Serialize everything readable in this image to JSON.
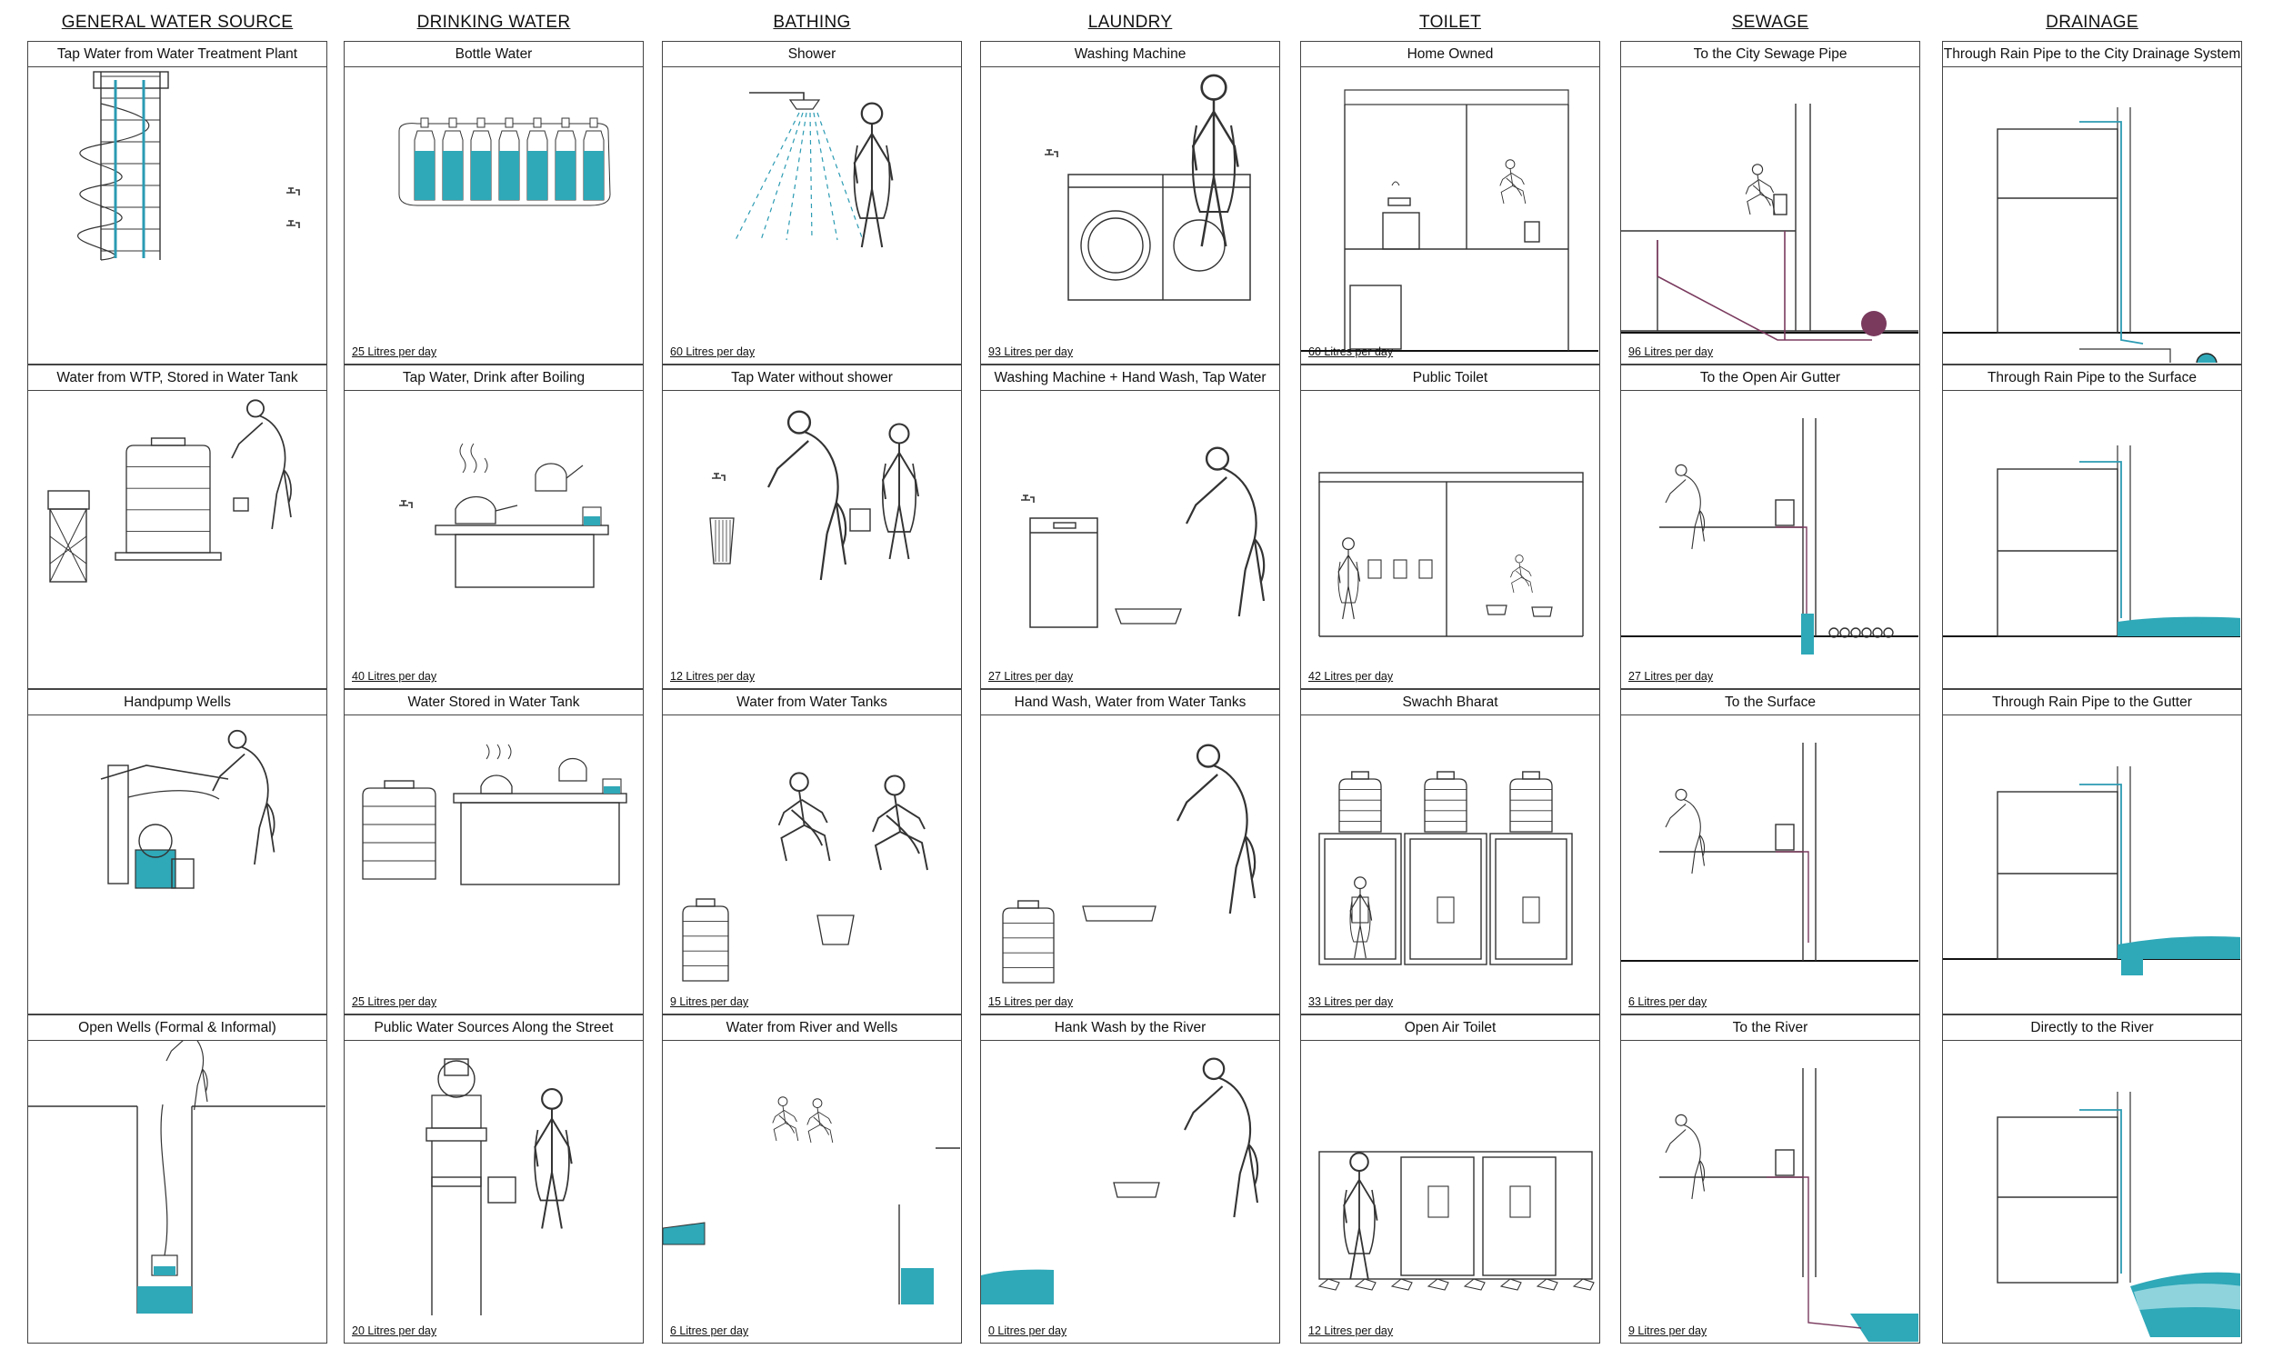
{
  "colors": {
    "water": "#2fa8b8",
    "pipe": "#2b9bb3",
    "sewage": "#7a3a5e",
    "line": "#333333"
  },
  "columns": [
    {
      "heading": "GENERAL WATER SOURCE",
      "cells": [
        {
          "label": "Tap Water from Water Treatment Plant",
          "amount": "",
          "scene": "tower"
        },
        {
          "label": "Water from WTP, Stored in Water Tank",
          "amount": "",
          "scene": "tank"
        },
        {
          "label": "Handpump Wells",
          "amount": "",
          "scene": "handpump"
        },
        {
          "label": "Open Wells (Formal & Informal)",
          "amount": "",
          "scene": "well"
        }
      ]
    },
    {
      "heading": "DRINKING WATER",
      "cells": [
        {
          "label": "Bottle Water",
          "amount": "25 Litres per day",
          "scene": "bottles"
        },
        {
          "label": "Tap Water, Drink after Boiling",
          "amount": "40 Litres per day",
          "scene": "boil"
        },
        {
          "label": "Water Stored in Water Tank",
          "amount": "25 Litres per day",
          "scene": "tankkettle"
        },
        {
          "label": "Public Water Sources Along the Street",
          "amount": "20 Litres per day",
          "scene": "dispenser"
        }
      ]
    },
    {
      "heading": "BATHING",
      "cells": [
        {
          "label": "Shower",
          "amount": "60 Litres per day",
          "scene": "shower"
        },
        {
          "label": "Tap Water without shower",
          "amount": "12 Litres per day",
          "scene": "bucketbath"
        },
        {
          "label": "Water from Water Tanks",
          "amount": "9 Litres per day",
          "scene": "tankbath"
        },
        {
          "label": "Water from River and Wells",
          "amount": "6 Litres per day",
          "scene": "riverbath"
        }
      ]
    },
    {
      "heading": "LAUNDRY",
      "cells": [
        {
          "label": "Washing Machine",
          "amount": "93 Litres per day",
          "scene": "washer"
        },
        {
          "label": "Washing Machine + Hand Wash, Tap Water",
          "amount": "27 Litres per day",
          "scene": "washer2"
        },
        {
          "label": "Hand Wash, Water from Water Tanks",
          "amount": "15 Litres per day",
          "scene": "handwash"
        },
        {
          "label": "Hank Wash by the River",
          "amount": "0 Litres per day",
          "scene": "riverwash"
        }
      ]
    },
    {
      "heading": "TOILET",
      "cells": [
        {
          "label": "Home Owned",
          "amount": "60 Litres per day",
          "scene": "home"
        },
        {
          "label": "Public Toilet",
          "amount": "42 Litres per day",
          "scene": "public"
        },
        {
          "label": "Swachh Bharat",
          "amount": "33 Litres per day",
          "scene": "swachh"
        },
        {
          "label": "Open Air Toilet",
          "amount": "12 Litres per day",
          "scene": "openair"
        }
      ]
    },
    {
      "heading": "SEWAGE",
      "cells": [
        {
          "label": "To the City Sewage Pipe",
          "amount": "96 Litres per day",
          "scene": "sew1"
        },
        {
          "label": "To the Open Air Gutter",
          "amount": "27 Litres per day",
          "scene": "sew2"
        },
        {
          "label": "To the Surface",
          "amount": "6 Litres per day",
          "scene": "sew3"
        },
        {
          "label": "To the River",
          "amount": "9 Litres per day",
          "scene": "sew4"
        }
      ]
    },
    {
      "heading": "DRAINAGE",
      "cells": [
        {
          "label": "Through Rain Pipe to the City  Drainage System",
          "amount": "",
          "scene": "dr1"
        },
        {
          "label": "Through Rain Pipe to the Surface",
          "amount": "",
          "scene": "dr2"
        },
        {
          "label": "Through Rain Pipe to the Gutter",
          "amount": "",
          "scene": "dr3"
        },
        {
          "label": "Directly to the River",
          "amount": "",
          "scene": "dr4"
        }
      ]
    }
  ]
}
